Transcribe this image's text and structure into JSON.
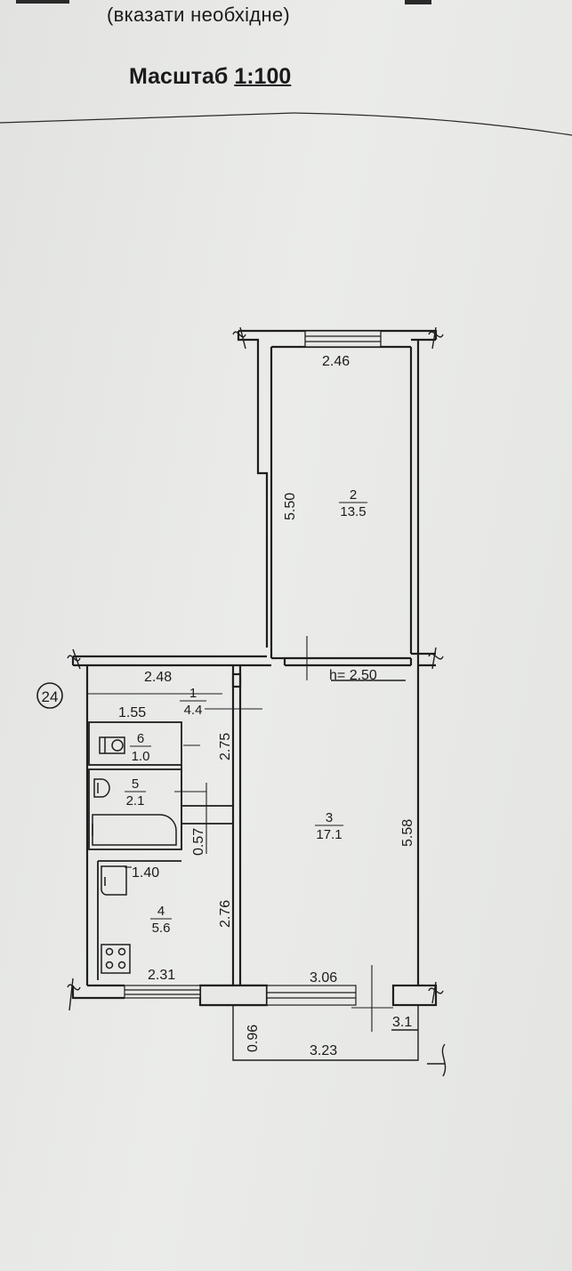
{
  "header": {
    "instruction": "(вказати необхідне)",
    "scale_label": "Масштаб",
    "scale_value": "1:100"
  },
  "plan": {
    "building_number": "24",
    "ceiling_height": "h= 2.50",
    "rooms": [
      {
        "number": "1",
        "area": "4.4"
      },
      {
        "number": "2",
        "area": "13.5"
      },
      {
        "number": "3",
        "area": "17.1"
      },
      {
        "number": "4",
        "area": "5.6"
      },
      {
        "number": "5",
        "area": "2.1"
      },
      {
        "number": "6",
        "area": "1.0"
      }
    ],
    "dimensions": {
      "room2_width": "2.46",
      "room2_length": "5.50",
      "hall_width": "2.48",
      "hall_inner": "1.55",
      "hall_length": "2.75",
      "room3_length": "5.58",
      "kitchen_width_top": "1.40",
      "kitchen_length": "2.76",
      "gap": "0.57",
      "kitchen_width": "2.31",
      "room3_width": "3.06",
      "balcony_depth": "0.96",
      "balcony_width": "3.23",
      "balcony_area": "3.1"
    }
  }
}
